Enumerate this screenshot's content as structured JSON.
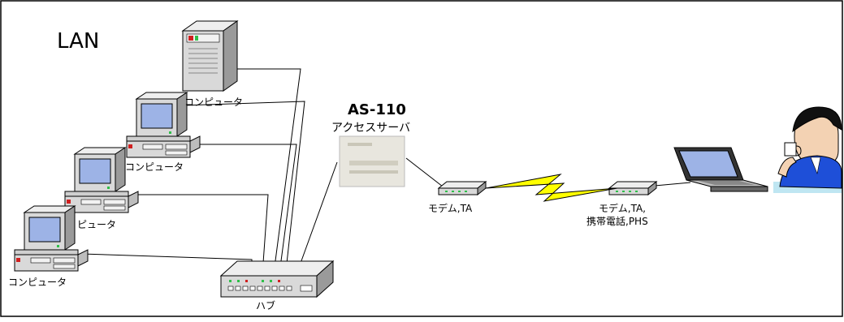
{
  "diagram": {
    "lan_label": "LAN",
    "computer_label": "コンピュータ",
    "computer_label_partial": "ピュータ",
    "hub_label": "ハブ",
    "access_server_title": "AS-110",
    "access_server_subtitle": "アクセスサーバ",
    "modem_left_label": "モデム,TA",
    "modem_right_label_line1": "モデム,TA,",
    "modem_right_label_line2": "携帯電話,PHS",
    "colors": {
      "border": "#000000",
      "case": "#d9d9d9",
      "case_dark": "#9a9a9a",
      "monitor_screen": "#9db3e6",
      "link_lightning": "#ffff00",
      "person_suit": "#1e4fd8",
      "person_desk": "#bfe6f2",
      "led_green": "#2fbf4a",
      "led_red": "#d02020"
    }
  }
}
